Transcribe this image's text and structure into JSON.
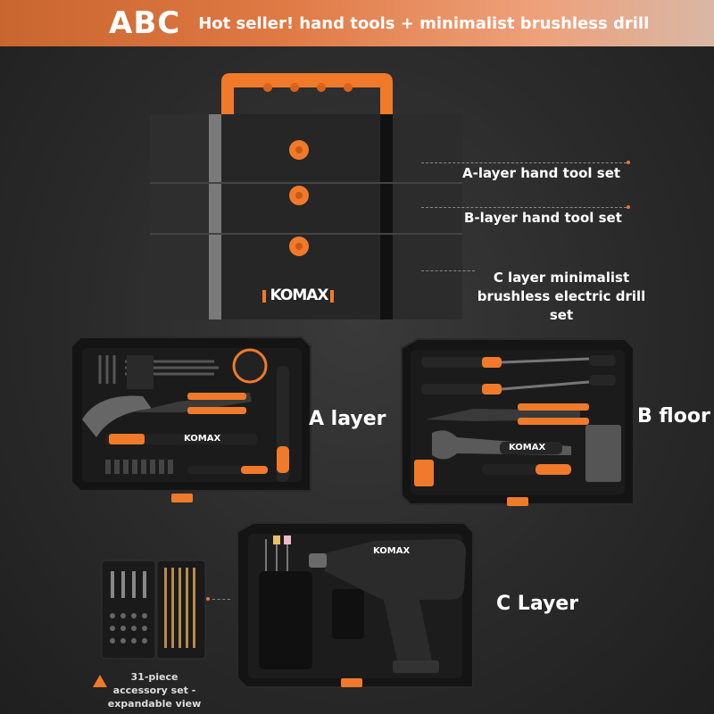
{
  "banner": {
    "brand": "ABC",
    "tagline": "Hot seller! hand tools + minimalist brushless drill"
  },
  "box": {
    "logo": "KOMAX"
  },
  "callouts": {
    "a_layer": "A-layer hand tool set",
    "b_layer": "B-layer hand tool set",
    "c_layer_line1": "C layer minimalist",
    "c_layer_line2": "brushless electric drill set"
  },
  "trays": {
    "a_label": "A layer",
    "b_label": "B floor",
    "c_label": "C Layer",
    "tool_brand": "KOMAX"
  },
  "accessory": {
    "line1": "31-piece",
    "line2": "accessory set -",
    "line3": "expandable view"
  },
  "colors": {
    "accent": "#f07a2a",
    "box": "#2b2b2b",
    "tray": "#151515"
  }
}
